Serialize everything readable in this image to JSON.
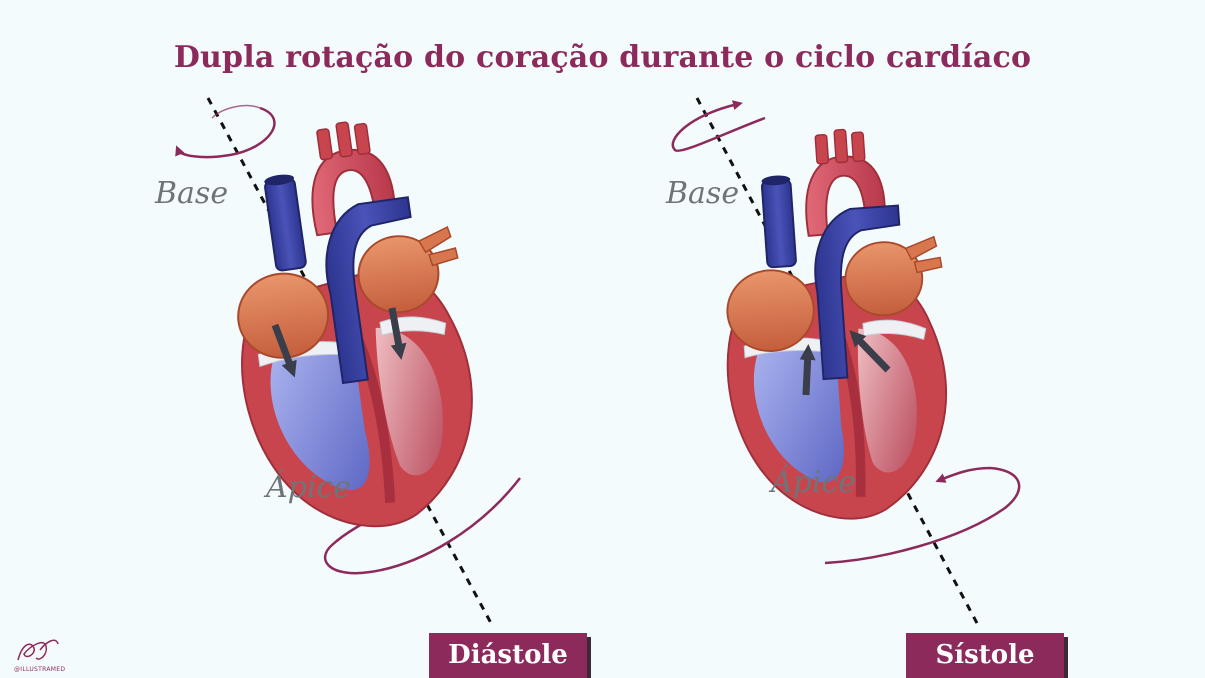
{
  "title": "Dupla rotação do coração durante o ciclo cardíaco",
  "left_panel": {
    "base_label": "Base",
    "apex_label": "Ápice",
    "phase_label": "Diástole"
  },
  "right_panel": {
    "base_label": "Base",
    "apex_label": "Ápice",
    "phase_label": "Sístole"
  },
  "logo": {
    "signature": "RB",
    "brand": "@ILLUSTRAMED"
  },
  "colors": {
    "accent": "#8c2a5c",
    "background": "#f4fbfd",
    "label_gray": "#6f7478",
    "arrow_dark": "#3a3d4a",
    "vein_blue": "#3a42a0",
    "artery_red": "#d24c5e",
    "atrium_orange": "#d8774e",
    "muscle_red": "#c9454e"
  }
}
